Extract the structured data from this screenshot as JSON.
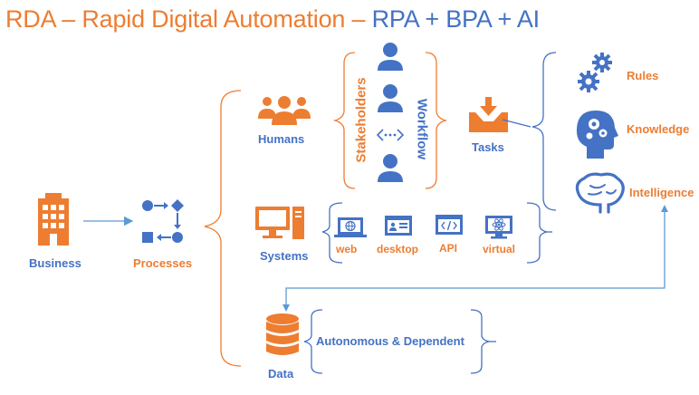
{
  "title": {
    "part_orange": "RDA – Rapid Digital Automation – ",
    "part_blue": "RPA + BPA + AI"
  },
  "nodes": {
    "business": "Business",
    "processes": "Processes",
    "humans": "Humans",
    "stakeholders": "Stakeholders",
    "workflow": "Workflow",
    "tasks": "Tasks",
    "rules": "Rules",
    "knowledge": "Knowledge",
    "intelligence": "Intelligence",
    "systems": "Systems",
    "web": "web",
    "desktop": "desktop",
    "api": "API",
    "virtual": "virtual",
    "data": "Data",
    "autonomous": "Autonomous & Dependent"
  },
  "colors": {
    "orange": "#ED7D31",
    "blue": "#4472C4",
    "line": "#5B9BD5"
  },
  "icons": [
    "building-icon",
    "process-flow-icon",
    "people-group-icon",
    "person-icon",
    "workflow-arrows-icon",
    "inbox-tray-icon",
    "gears-icon",
    "head-gears-icon",
    "brain-icon",
    "computer-icon",
    "web-icon",
    "desktop-icon",
    "api-icon",
    "virtual-icon",
    "database-icon"
  ]
}
